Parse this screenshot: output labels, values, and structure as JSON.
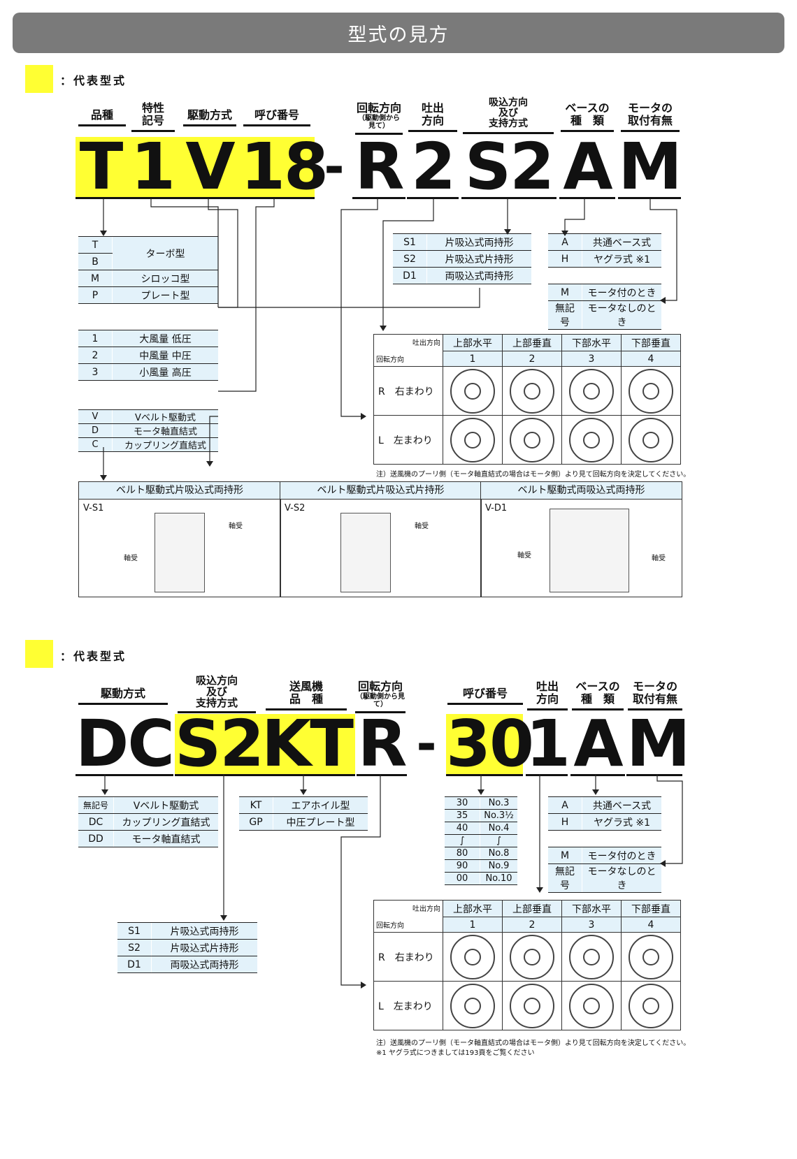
{
  "page_title": "型式の見方",
  "section1": {
    "legend": "：代表型式",
    "headers": {
      "hinshu": "品種",
      "tokusei": "特性\n記号",
      "kudo": "駆動方式",
      "yobi": "呼び番号",
      "kaiten": "回転方向",
      "kaiten_sub": "（駆動側から見て）",
      "toshutsu": "吐出\n方向",
      "kyukomi": "吸込方向\n及び\n支持方式",
      "base": "ベースの\n種　類",
      "motor": "モータの\n取付有無"
    },
    "code": {
      "c1": "T",
      "c2": "1",
      "c3": "V",
      "c4": "18",
      "dash": "-",
      "c5": "R",
      "c6": "2",
      "c7": "S2",
      "c8": "A",
      "c9": "M"
    },
    "type_table": [
      [
        "T",
        "ターボ型"
      ],
      [
        "B",
        ""
      ],
      [
        "M",
        "シロッコ型"
      ],
      [
        "P",
        "プレート型"
      ]
    ],
    "char_table": [
      [
        "1",
        "大風量 低圧"
      ],
      [
        "2",
        "中風量 中圧"
      ],
      [
        "3",
        "小風量 高圧"
      ]
    ],
    "drive_table": [
      [
        "V",
        "Vベルト駆動式"
      ],
      [
        "D",
        "モータ軸直結式"
      ],
      [
        "C",
        "カップリング直結式"
      ]
    ],
    "suction_table": [
      [
        "S1",
        "片吸込式両持形"
      ],
      [
        "S2",
        "片吸込式片持形"
      ],
      [
        "D1",
        "両吸込式両持形"
      ]
    ],
    "base_table": [
      [
        "A",
        "共通ベース式"
      ],
      [
        "H",
        "ヤグラ式 ※1"
      ]
    ],
    "motor_table": [
      [
        "M",
        "モータ付のとき"
      ],
      [
        "無記号",
        "モータなしのとき"
      ]
    ],
    "direction": {
      "corner_top": "吐出方向",
      "corner_bottom": "回転方向",
      "cols": [
        "上部水平",
        "上部垂直",
        "下部水平",
        "下部垂直"
      ],
      "nums": [
        "1",
        "2",
        "3",
        "4"
      ],
      "rows": [
        [
          "R",
          "右まわり"
        ],
        [
          "L",
          "左まわり"
        ]
      ]
    },
    "dir_note": "注）送風機のプーリ側（モータ軸直結式の場合はモータ側）より見て回転方向を決定してください。",
    "drawings": [
      {
        "title": "ベルト駆動式片吸込式両持形",
        "code": "V-S1",
        "labels": [
          "軸受",
          "軸受"
        ]
      },
      {
        "title": "ベルト駆動式片吸込式片持形",
        "code": "V-S2",
        "labels": [
          "軸受"
        ]
      },
      {
        "title": "ベルト駆動式両吸込式両持形",
        "code": "V-D1",
        "labels": [
          "軸受",
          "軸受"
        ]
      }
    ]
  },
  "section2": {
    "legend": "：代表型式",
    "headers": {
      "kudo": "駆動方式",
      "kyukomi": "吸込方向\n及び\n支持方式",
      "sofuki": "送風機\n品　種",
      "kaiten": "回転方向",
      "kaiten_sub": "（駆動側から見て）",
      "yobi": "呼び番号",
      "toshutsu": "吐出\n方向",
      "base": "ベースの\n種　類",
      "motor": "モータの\n取付有無"
    },
    "code": {
      "c1": "DC",
      "c2": "S2",
      "c3": "KT",
      "c4": "R",
      "dash": "-",
      "c5": "30",
      "c6": "1",
      "c7": "A",
      "c8": "M"
    },
    "drive_table": [
      [
        "無記号",
        "Vベルト駆動式"
      ],
      [
        "DC",
        "カップリング直結式"
      ],
      [
        "DD",
        "モータ軸直結式"
      ]
    ],
    "kind_table": [
      [
        "KT",
        "エアホイル型"
      ],
      [
        "GP",
        "中圧プレート型"
      ]
    ],
    "size_table": [
      [
        "30",
        "No.3"
      ],
      [
        "35",
        "No.3½"
      ],
      [
        "40",
        "No.4"
      ],
      [
        "∫",
        "∫"
      ],
      [
        "80",
        "No.8"
      ],
      [
        "90",
        "No.9"
      ],
      [
        "00",
        "No.10"
      ]
    ],
    "base_table": [
      [
        "A",
        "共通ベース式"
      ],
      [
        "H",
        "ヤグラ式 ※1"
      ]
    ],
    "motor_table": [
      [
        "M",
        "モータ付のとき"
      ],
      [
        "無記号",
        "モータなしのとき"
      ]
    ],
    "suction_table": [
      [
        "S1",
        "片吸込式両持形"
      ],
      [
        "S2",
        "片吸込式片持形"
      ],
      [
        "D1",
        "両吸込式両持形"
      ]
    ],
    "direction": {
      "corner_top": "吐出方向",
      "corner_bottom": "回転方向",
      "cols": [
        "上部水平",
        "上部垂直",
        "下部水平",
        "下部垂直"
      ],
      "nums": [
        "1",
        "2",
        "3",
        "4"
      ],
      "rows": [
        [
          "R",
          "右まわり"
        ],
        [
          "L",
          "左まわり"
        ]
      ]
    },
    "dir_note": "注）送風機のプーリ側（モータ軸直結式の場合はモータ側）より見て回転方向を決定してください。",
    "dir_note2": "※1 ヤグラ式につきましては193頁をご覧ください"
  },
  "colors": {
    "highlight": "#ffff33",
    "header_bar": "#7a7a7a",
    "cell_blue": "#e3f2fa"
  }
}
